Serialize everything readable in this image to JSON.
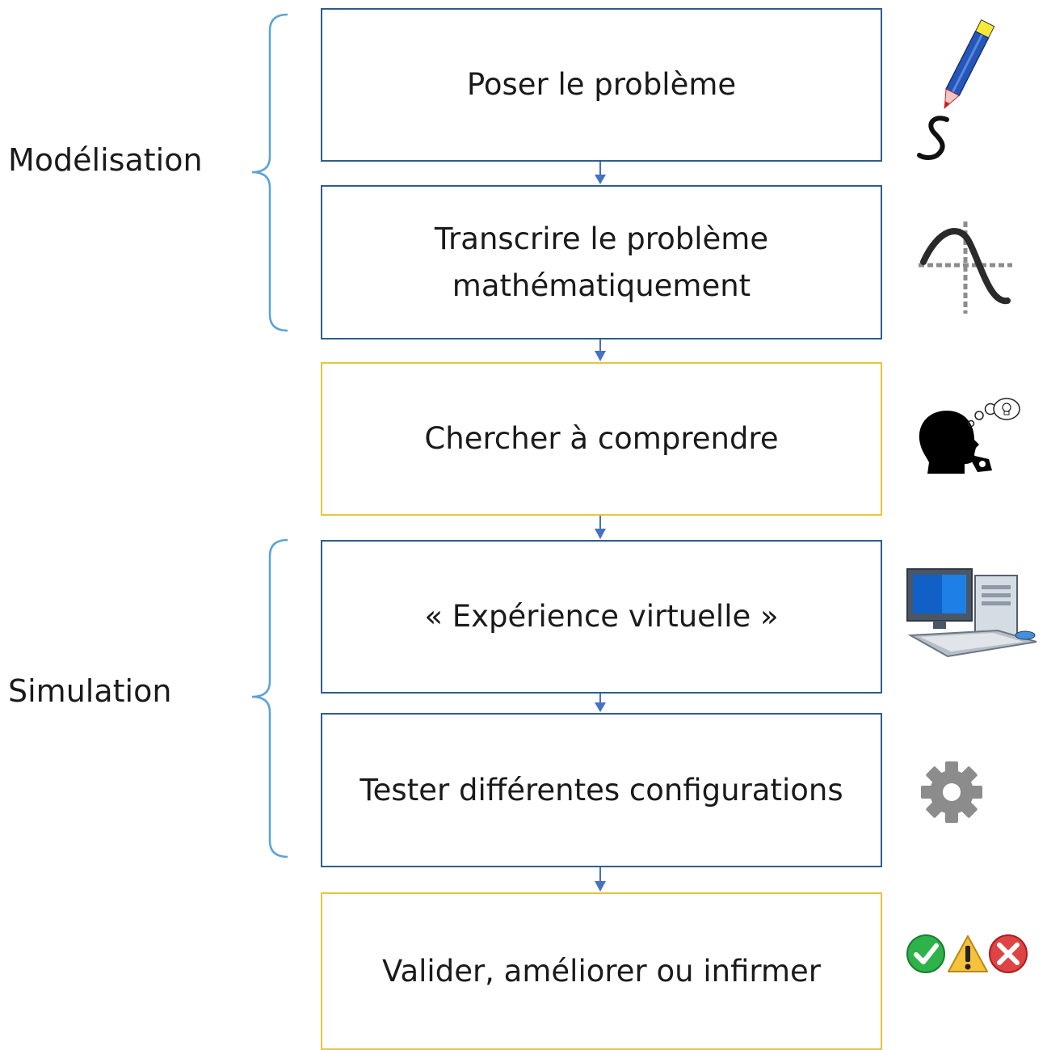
{
  "groups": [
    {
      "label": "Modélisation"
    },
    {
      "label": "Simulation"
    }
  ],
  "steps": [
    {
      "lines": [
        "Poser le problème"
      ],
      "icon": "pencil-icon"
    },
    {
      "lines": [
        "Transcrire le problème",
        "mathématiquement"
      ],
      "icon": "function-graph-icon"
    },
    {
      "lines": [
        "Chercher à comprendre"
      ],
      "icon": "thinking-person-icon"
    },
    {
      "lines": [
        "« Expérience virtuelle »"
      ],
      "icon": "computer-icon"
    },
    {
      "lines": [
        "Tester différentes configurations"
      ],
      "icon": "gear-icon"
    },
    {
      "lines": [
        "Valider, améliorer ou infirmer"
      ],
      "icon": "status-icons"
    }
  ],
  "colors": {
    "blue_border": "#2e5d8f",
    "yellow_border": "#e8c53a",
    "arrow": "#4472c4",
    "brace": "#5ba3d9"
  }
}
